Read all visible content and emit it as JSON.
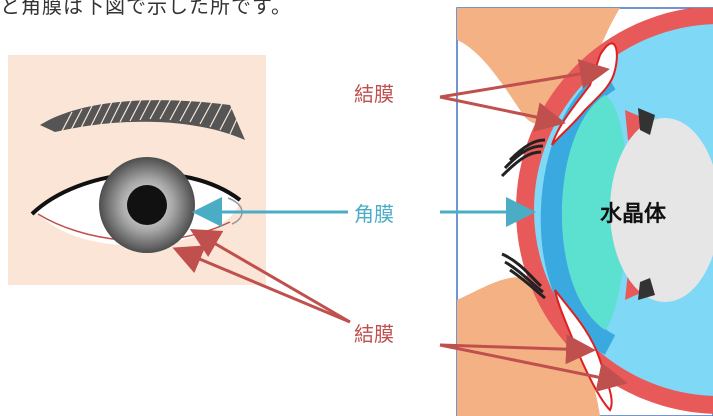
{
  "caption": "と角膜は下図で示した所です。",
  "labels": {
    "conjunctiva_top": "結膜",
    "cornea": "角膜",
    "conjunctiva_bottom": "結膜",
    "lens": "水晶体"
  },
  "colors": {
    "conjunctiva": "#c0504d",
    "cornea": "#4bacc6",
    "skin_panel": "#fbe5d6",
    "cornea_fill": "#3aa9e0",
    "lens_fill": "#e7e6e6",
    "eyeball_fill": "#7fd8f6",
    "aqueous_fill": "#5ce0cf",
    "sclera_red": "#e85a5a",
    "frame_border": "#4472c4"
  }
}
